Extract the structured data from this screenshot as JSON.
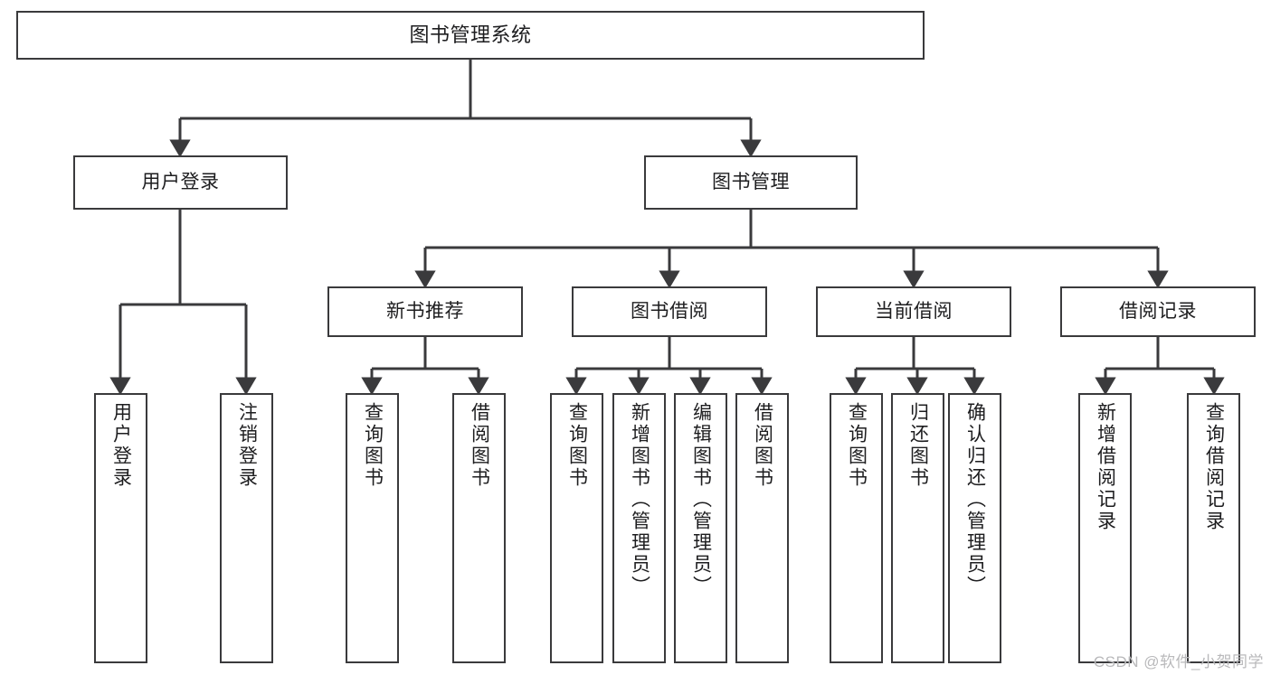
{
  "diagram": {
    "title": "图书管理系统",
    "type": "hierarchy-tree",
    "watermark": "CSDN @软件_小贺同学",
    "colors": {
      "background": "#ffffff",
      "box_border": "#3a3a3c",
      "box_fill": "#ffffff",
      "connector": "#3a3a3c",
      "text": "#1d1d1f",
      "watermark": "#b9b9bb"
    },
    "levels": {
      "root": {
        "label": "图书管理系统"
      },
      "level2": [
        {
          "label": "用户登录"
        },
        {
          "label": "图书管理"
        }
      ],
      "level3": [
        {
          "label": "新书推荐"
        },
        {
          "label": "图书借阅"
        },
        {
          "label": "当前借阅"
        },
        {
          "label": "借阅记录"
        }
      ],
      "leaves_user_login": [
        {
          "label": "用户登录"
        },
        {
          "label": "注销登录"
        }
      ],
      "leaves_new_book": [
        {
          "label": "查询图书"
        },
        {
          "label": "借阅图书"
        }
      ],
      "leaves_book_borrow": [
        {
          "label": "查询图书"
        },
        {
          "label": "新增图书（管理员）"
        },
        {
          "label": "编辑图书（管理员）"
        },
        {
          "label": "借阅图书"
        }
      ],
      "leaves_current_borrow": [
        {
          "label": "查询图书"
        },
        {
          "label": "归还图书"
        },
        {
          "label": "确认归还（管理员）"
        }
      ],
      "leaves_borrow_record": [
        {
          "label": "新增借阅记录"
        },
        {
          "label": "查询借阅记录"
        }
      ]
    }
  }
}
